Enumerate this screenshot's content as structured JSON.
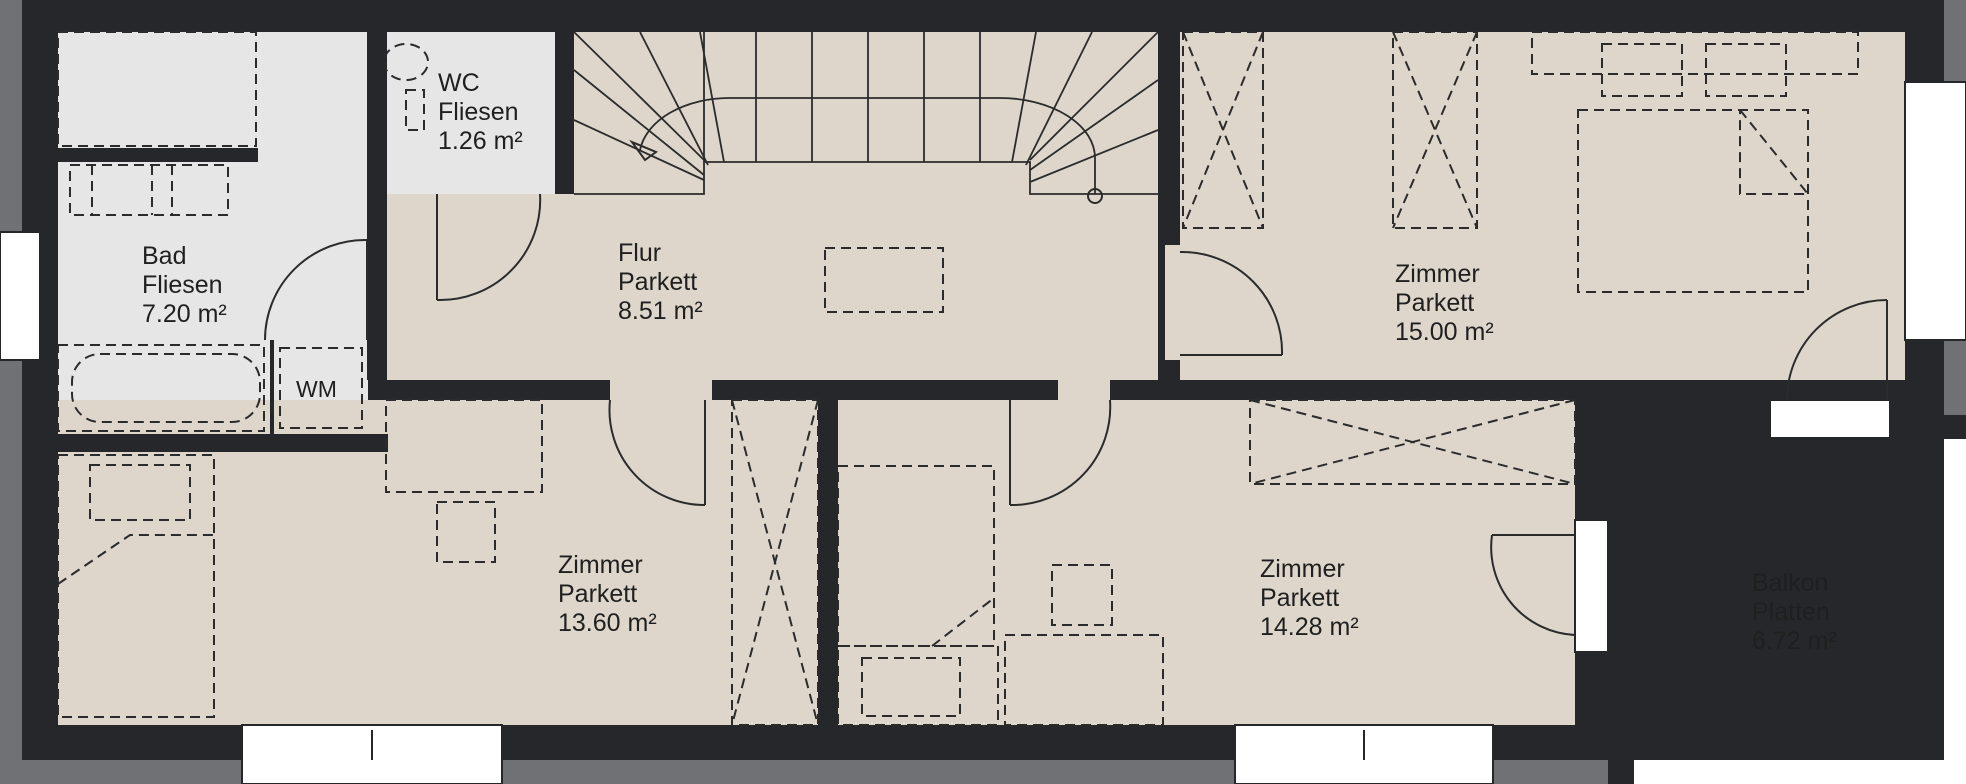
{
  "plan": {
    "rooms": [
      {
        "id": "bad",
        "name": "Bad",
        "floor": "Fliesen",
        "area": "7.20 m²"
      },
      {
        "id": "wc",
        "name": "WC",
        "floor": "Fliesen",
        "area": "1.26 m²"
      },
      {
        "id": "flur",
        "name": "Flur",
        "floor": "Parkett",
        "area": "8.51 m²"
      },
      {
        "id": "zimmer-ne",
        "name": "Zimmer",
        "floor": "Parkett",
        "area": "15.00 m²"
      },
      {
        "id": "zimmer-sw",
        "name": "Zimmer",
        "floor": "Parkett",
        "area": "13.60 m²"
      },
      {
        "id": "zimmer-se",
        "name": "Zimmer",
        "floor": "Parkett",
        "area": "14.28 m²"
      },
      {
        "id": "balkon",
        "name": "Balkon",
        "floor": "Platten",
        "area": "6.72 m²"
      }
    ],
    "fixtures": {
      "washing_machine": "WM"
    },
    "colors": {
      "wall": "#25272b",
      "outer_ground": "#6f7174",
      "wet_floor": "#e6e6e6",
      "parquet_floor": "#ded6cb",
      "balcony_floor": "#ffffff",
      "furniture_line": "#2b2b2b"
    }
  }
}
